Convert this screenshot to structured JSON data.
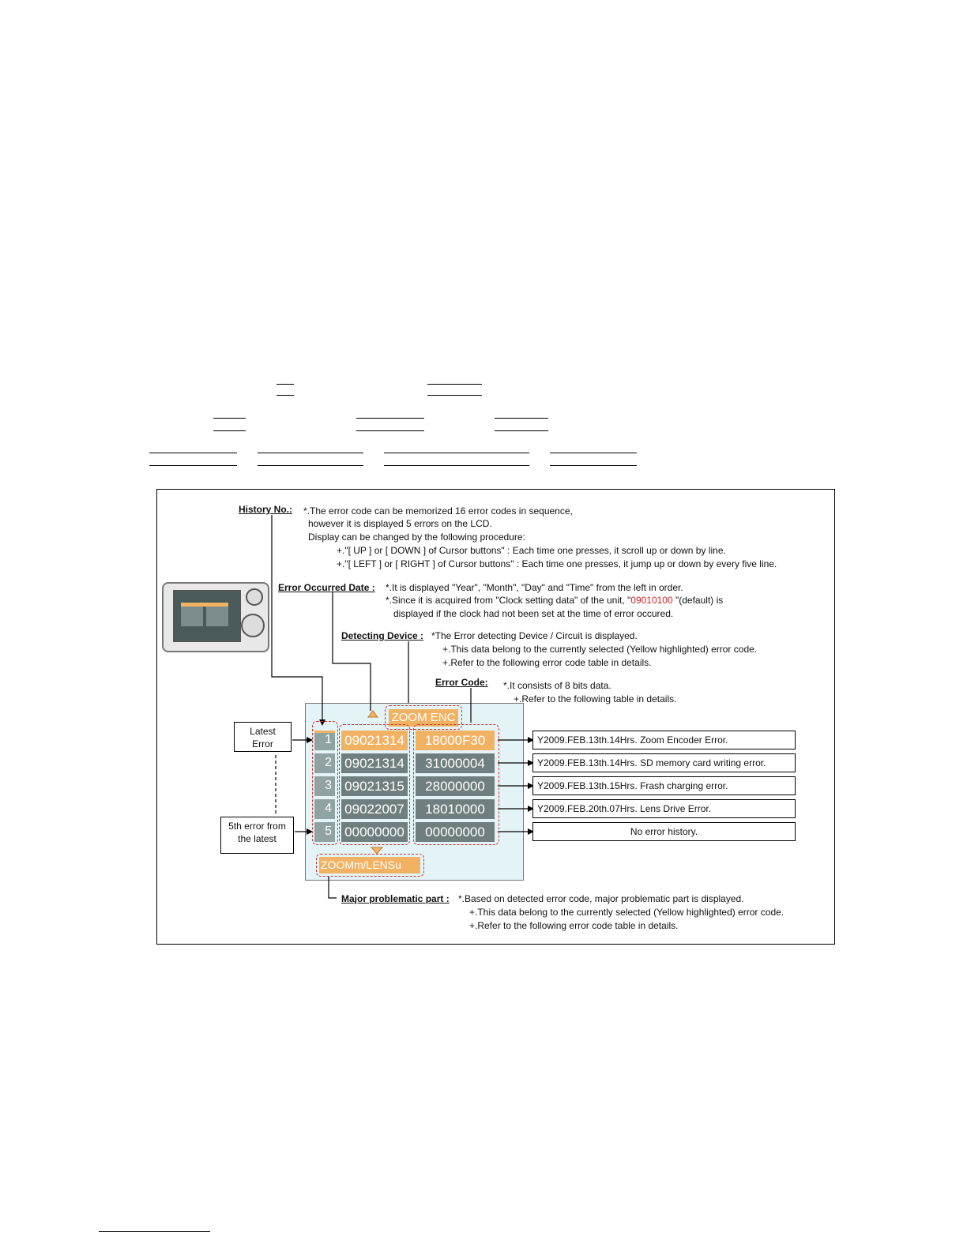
{
  "history": {
    "heading": "History No.:",
    "lines": [
      "*.The error code can be memorized 16 error codes in sequence,",
      "however it is displayed 5 errors on the LCD.",
      "Display can be changed by the following procedure:",
      "+.\"[ UP ] or [ DOWN ] of Cursor buttons\" : Each time one presses, it scroll up or down by line.",
      "+.\"[ LEFT ] or [ RIGHT ] of Cursor buttons\" : Each time one presses, it  jump up or down by every five line."
    ]
  },
  "date": {
    "heading": "Error Occurred Date :",
    "line1": "*.It is displayed \"Year\", \"Month\", \"Day\" and \"Time\" from the left in order.",
    "line2_pre": "*.Since it is acquired from \"Clock setting data\" of the unit, \"",
    "line2_red": "09010100",
    "line2_post": " \"(default) is",
    "line3": "displayed if the clock had not been set at the time of error occured."
  },
  "device": {
    "heading": "Detecting Device :",
    "lines": [
      "*The Error detecting Device / Circuit is displayed.",
      "+.This data belong to the currently selected (Yellow highlighted) error code.",
      "+.Refer to the following error code table in details."
    ]
  },
  "code": {
    "heading": "Error Code:",
    "lines": [
      "*.It consists of 8 bits data.",
      "+.Refer to the following table in details."
    ]
  },
  "major": {
    "heading": "Major problematic part :",
    "lines": [
      "*.Based on detected error code, major problematic part is displayed.",
      "+.This data belong to the currently selected (Yellow highlighted) error code.",
      "+.Refer to the following error code table in details."
    ]
  },
  "labels": {
    "latest": [
      "Latest",
      "Error"
    ],
    "fifth": [
      "5th error from",
      "the latest"
    ]
  },
  "lcd": {
    "device_label": "ZOOM ENC",
    "part_label": "ZOOMm/LENSu",
    "rows": [
      {
        "no": "1",
        "date": "09021314",
        "code": "18000F30",
        "desc": "Y2009.FEB.13th.14Hrs.  Zoom Encoder Error.",
        "selected": true
      },
      {
        "no": "2",
        "date": "09021314",
        "code": "31000004",
        "desc": "Y2009.FEB.13th.14Hrs.  SD memory card writing error.",
        "selected": false
      },
      {
        "no": "3",
        "date": "09021315",
        "code": "28000000",
        "desc": "Y2009.FEB.13th.15Hrs.  Frash charging error.",
        "selected": false
      },
      {
        "no": "4",
        "date": "09022007",
        "code": "18010000",
        "desc": "Y2009.FEB.20th.07Hrs.  Lens Drive Error.",
        "selected": false
      },
      {
        "no": "5",
        "date": "00000000",
        "code": "00000000",
        "desc": "No error history.",
        "selected": false
      }
    ]
  },
  "colors": {
    "highlight": "#f2b264",
    "cell": "#6f7f7f",
    "screen": "#e4f3f6",
    "dashed": "#d43030"
  }
}
